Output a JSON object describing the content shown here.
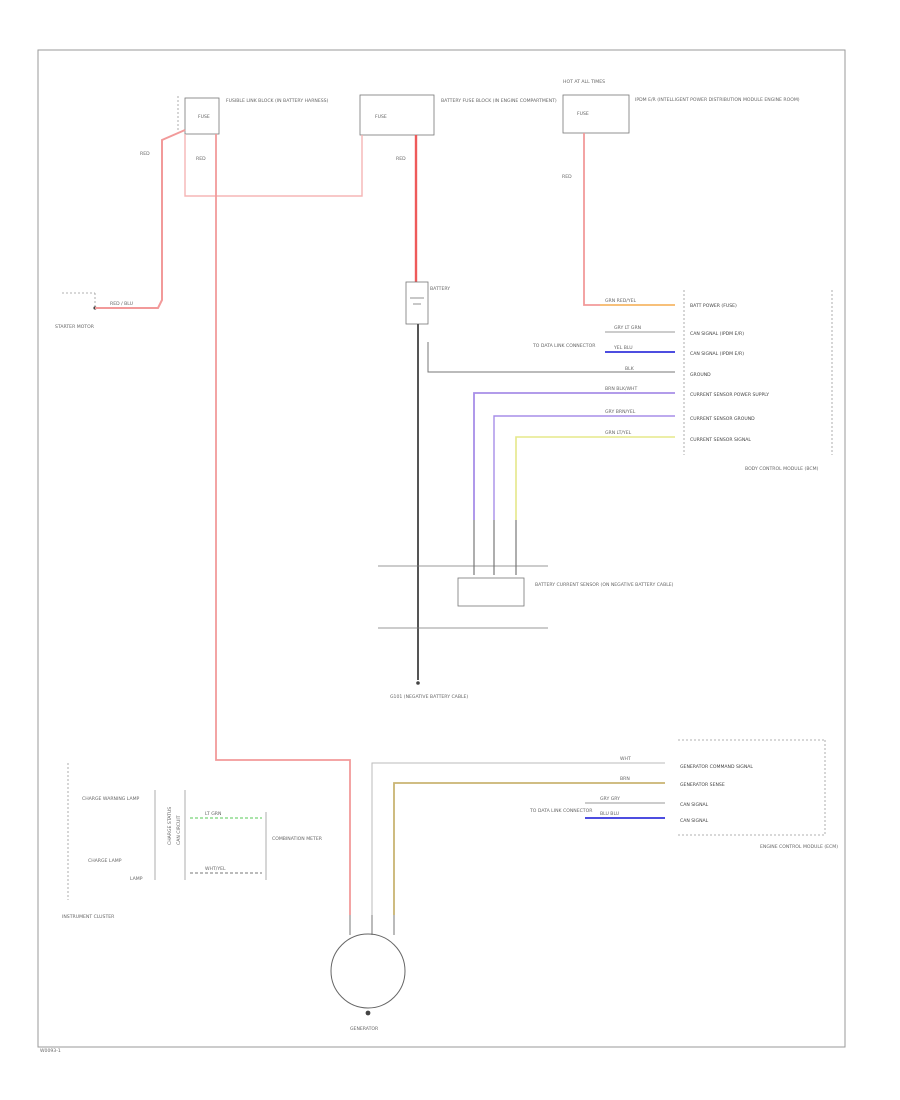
{
  "colors": {
    "red": "#f29a9a",
    "red_dark": "#ee5a5a",
    "black": "#555555",
    "purple": "#a78ee8",
    "yellow": "#e5e88a",
    "orange": "#f7c07a",
    "blue": "#4d4de0",
    "green": "#8fdc8f",
    "tan": "#c9b472",
    "frame": "#9a9a9a"
  },
  "diagram_id": "W0093-1",
  "labels": {
    "starter_motor": "STARTER MOTOR",
    "fusible_link_block": "FUSIBLE LINK BLOCK (IN BATTERY HARNESS)",
    "battery_fuse_block": "BATTERY FUSE BLOCK (IN ENGINE COMPARTMENT)",
    "hot_at_all_times": "HOT AT ALL TIMES",
    "ipdm": "IPDM E/R (INTELLIGENT POWER DISTRIBUTION MODULE ENGINE ROOM)",
    "battery": "BATTERY",
    "bcm": "BODY CONTROL MODULE (BCM)",
    "bcm_pin_batt": "BATT POWER (FUSE)",
    "bcm_pin_can_h_ipdm": "CAN SIGNAL (IPDM E/R)",
    "bcm_pin_can_l_ipdm": "CAN SIGNAL (IPDM E/R)",
    "bcm_pin_ground": "GROUND",
    "bcm_pin_cs_power": "CURRENT SENSOR POWER SUPPLY",
    "bcm_pin_cs_ground": "CURRENT SENSOR GROUND",
    "bcm_pin_cs_signal": "CURRENT SENSOR SIGNAL",
    "other_can": "TO DATA LINK CONNECTOR",
    "battery_current_sensor": "BATTERY CURRENT SENSOR (ON NEGATIVE BATTERY CABLE)",
    "ground_label": "G101 (NEGATIVE BATTERY CABLE)",
    "instrument_cluster": "INSTRUMENT CLUSTER",
    "charge_warning": "CHARGE WARNING LAMP",
    "cluster_inner_1": "CHARGE STATUS",
    "cluster_inner_2": "CAN CIRCUIT",
    "charge_lamp": "CHARGE LAMP",
    "combination_meter": "COMBINATION METER",
    "ecm": "ENGINE CONTROL MODULE (ECM)",
    "ecm_pin_1": "GENERATOR COMMAND SIGNAL",
    "ecm_pin_2": "GENERATOR SENSE",
    "ecm_pin_3": "CAN SIGNAL",
    "ecm_pin_4": "CAN SIGNAL",
    "to_dlc": "TO DATA LINK CONNECTOR",
    "generator": "GENERATOR"
  },
  "wire_codes": {
    "red_1": "RED / BLU",
    "red_2": "RED",
    "red_3": "RED",
    "red_4": "RED",
    "red_5": "RED",
    "bcm_w1": "GRN  RED/YEL",
    "bcm_w2": "GRY  LT GRN",
    "bcm_w3": "YEL  BLU",
    "bcm_w4": "BLK",
    "bcm_w5": "BRN  BLK/WHT",
    "bcm_w6": "GRY  BRN/YEL",
    "bcm_w7": "GRN  LT/YEL",
    "ecm_w1": "WHT",
    "ecm_w2": "BRN",
    "ecm_w3": "GRY  GRY",
    "ecm_w4": "BLU  BLU",
    "ic_w1": "LT GRN",
    "ic_w2": "WHT/YEL"
  }
}
